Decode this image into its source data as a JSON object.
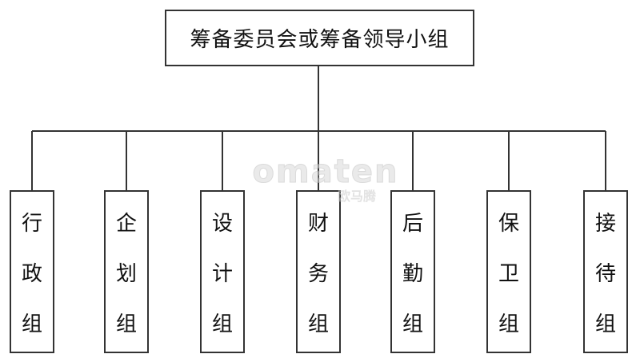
{
  "diagram": {
    "root_label": "筹备委员会或筹备领导小组",
    "groups": [
      {
        "name": "行政组",
        "chars": [
          "行",
          "政",
          "组"
        ]
      },
      {
        "name": "企划组",
        "chars": [
          "企",
          "划",
          "组"
        ]
      },
      {
        "name": "设计组",
        "chars": [
          "设",
          "计",
          "组"
        ]
      },
      {
        "name": "财务组",
        "chars": [
          "财",
          "务",
          "组"
        ]
      },
      {
        "name": "后勤组",
        "chars": [
          "后",
          "勤",
          "组"
        ]
      },
      {
        "name": "保卫组",
        "chars": [
          "保",
          "卫",
          "组"
        ]
      },
      {
        "name": "接待组",
        "chars": [
          "接",
          "待",
          "组"
        ]
      }
    ]
  },
  "watermark": {
    "latin": "omaten",
    "cjk": "欧马腾"
  },
  "colors": {
    "line": "#333333",
    "text": "#111111",
    "background": "#ffffff"
  }
}
